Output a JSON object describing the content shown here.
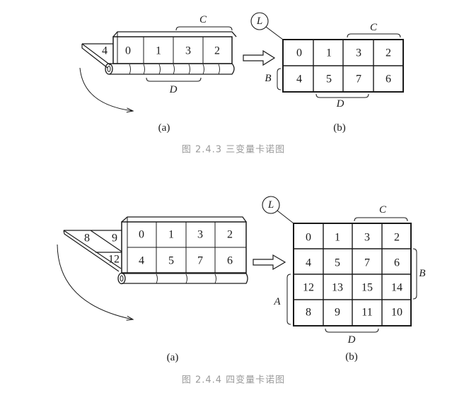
{
  "figure_1": {
    "caption": "图 2.4.3   三变量卡诺图",
    "part_a": {
      "label": "(a)",
      "top_cells": [
        "0",
        "1",
        "3",
        "2"
      ],
      "flap_cells": [
        "4"
      ],
      "bracket_top": "C",
      "bracket_bottom": "D"
    },
    "part_b": {
      "label": "(b)",
      "circle_label": "L",
      "rows": [
        [
          "0",
          "1",
          "3",
          "2"
        ],
        [
          "4",
          "5",
          "7",
          "6"
        ]
      ],
      "bracket_top": "C",
      "bracket_left": "B",
      "bracket_bottom": "D"
    }
  },
  "figure_2": {
    "caption": "图 2.4.4   四变量卡诺图",
    "part_a": {
      "label": "(a)",
      "rows": [
        [
          "0",
          "1",
          "3",
          "2"
        ],
        [
          "4",
          "5",
          "7",
          "6"
        ]
      ],
      "flap_cells": [
        "8",
        "9",
        "12"
      ]
    },
    "part_b": {
      "label": "(b)",
      "circle_label": "L",
      "rows": [
        [
          "0",
          "1",
          "3",
          "2"
        ],
        [
          "4",
          "5",
          "7",
          "6"
        ],
        [
          "12",
          "13",
          "15",
          "14"
        ],
        [
          "8",
          "9",
          "11",
          "10"
        ]
      ],
      "bracket_top": "C",
      "bracket_right": "B",
      "bracket_left": "A",
      "bracket_bottom": "D"
    }
  }
}
